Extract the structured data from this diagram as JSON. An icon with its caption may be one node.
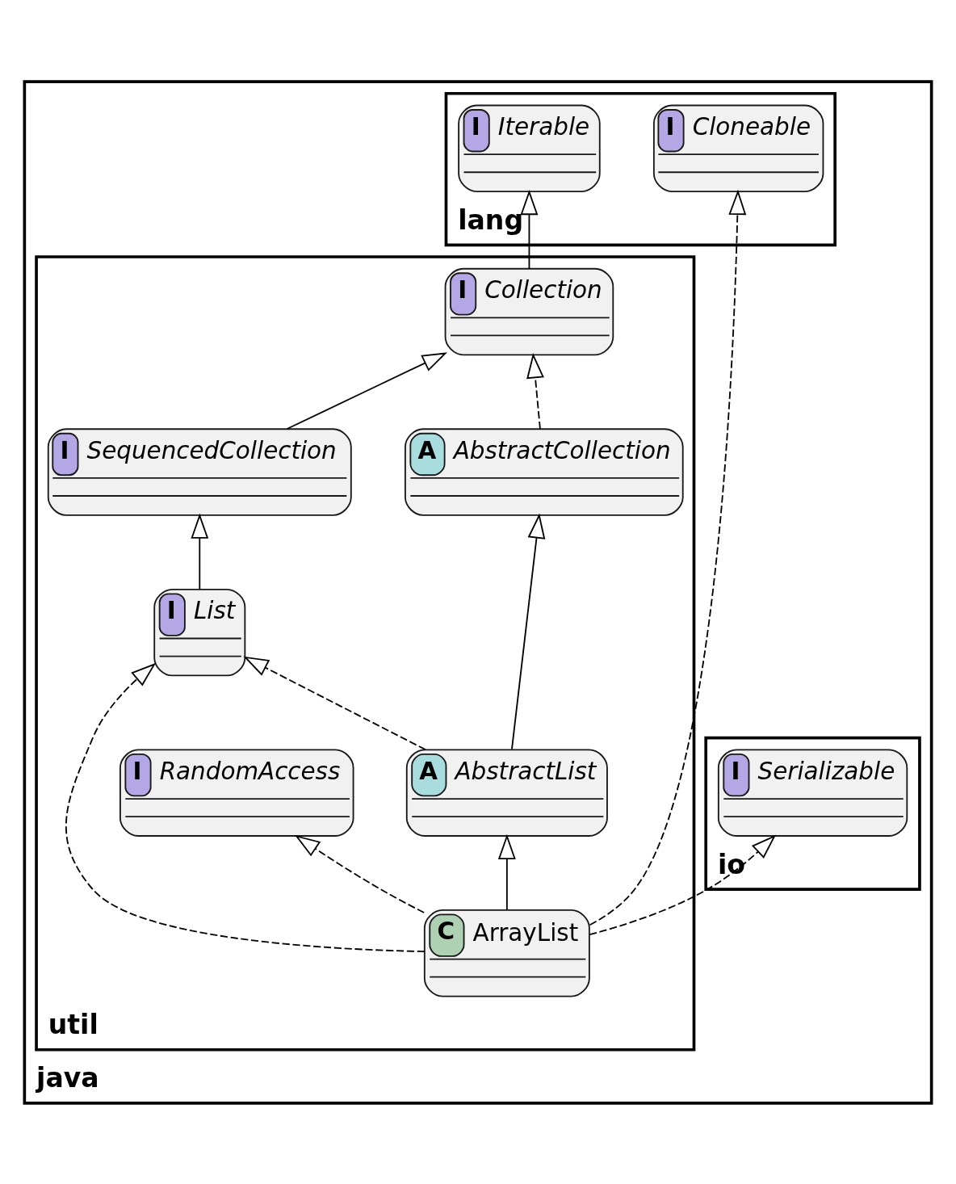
{
  "diagram": {
    "nodes": [
      {
        "text": [
          "java"
        ]
      },
      {
        "text": [
          "lang"
        ],
        "in": 0
      },
      {
        "text": [
          "I",
          "Iterable"
        ],
        "in": 1
      },
      {
        "text": [
          "I",
          "Cloneable"
        ],
        "in": 1
      },
      {
        "text": [
          "util"
        ],
        "in": 0
      },
      {
        "text": [
          "I",
          "Collection"
        ],
        "in": 4
      },
      {
        "text": [
          "I",
          "SequencedCollection"
        ],
        "in": 4
      },
      {
        "text": [
          "I",
          "List"
        ],
        "in": 4
      },
      {
        "text": [
          "A",
          "AbstractCollection"
        ],
        "in": 4
      },
      {
        "text": [
          "I",
          "RandomAccess"
        ],
        "in": 4
      },
      {
        "text": [
          "A",
          "AbstractList"
        ],
        "in": 4
      },
      {
        "text": [
          "C",
          "ArrayList"
        ],
        "in": 4
      },
      {
        "text": [
          "io"
        ],
        "in": 0
      },
      {
        "text": [
          "I",
          "Serializable"
        ],
        "in": 12
      }
    ],
    "edges": [
      {
        "from": 5,
        "to": 2,
        "arrow": "to"
      },
      {
        "from": 6,
        "to": 5,
        "arrow": "to"
      },
      {
        "from": 7,
        "to": 6,
        "arrow": "to"
      },
      {
        "from": 8,
        "to": 5,
        "arrow": "to",
        "style": "dashed"
      },
      {
        "from": 10,
        "to": 8,
        "arrow": "to"
      },
      {
        "from": 10,
        "to": 7,
        "arrow": "to",
        "style": "dashed"
      },
      {
        "from": 11,
        "to": 10,
        "arrow": "to"
      },
      {
        "from": 11,
        "to": 7,
        "arrow": "to",
        "style": "dashed"
      },
      {
        "from": 11,
        "to": 9,
        "arrow": "to",
        "style": "dashed"
      },
      {
        "from": 11,
        "to": 3,
        "arrow": "to",
        "style": "dashed"
      },
      {
        "from": 11,
        "to": 13,
        "arrow": "to",
        "style": "dashed"
      }
    ]
  }
}
